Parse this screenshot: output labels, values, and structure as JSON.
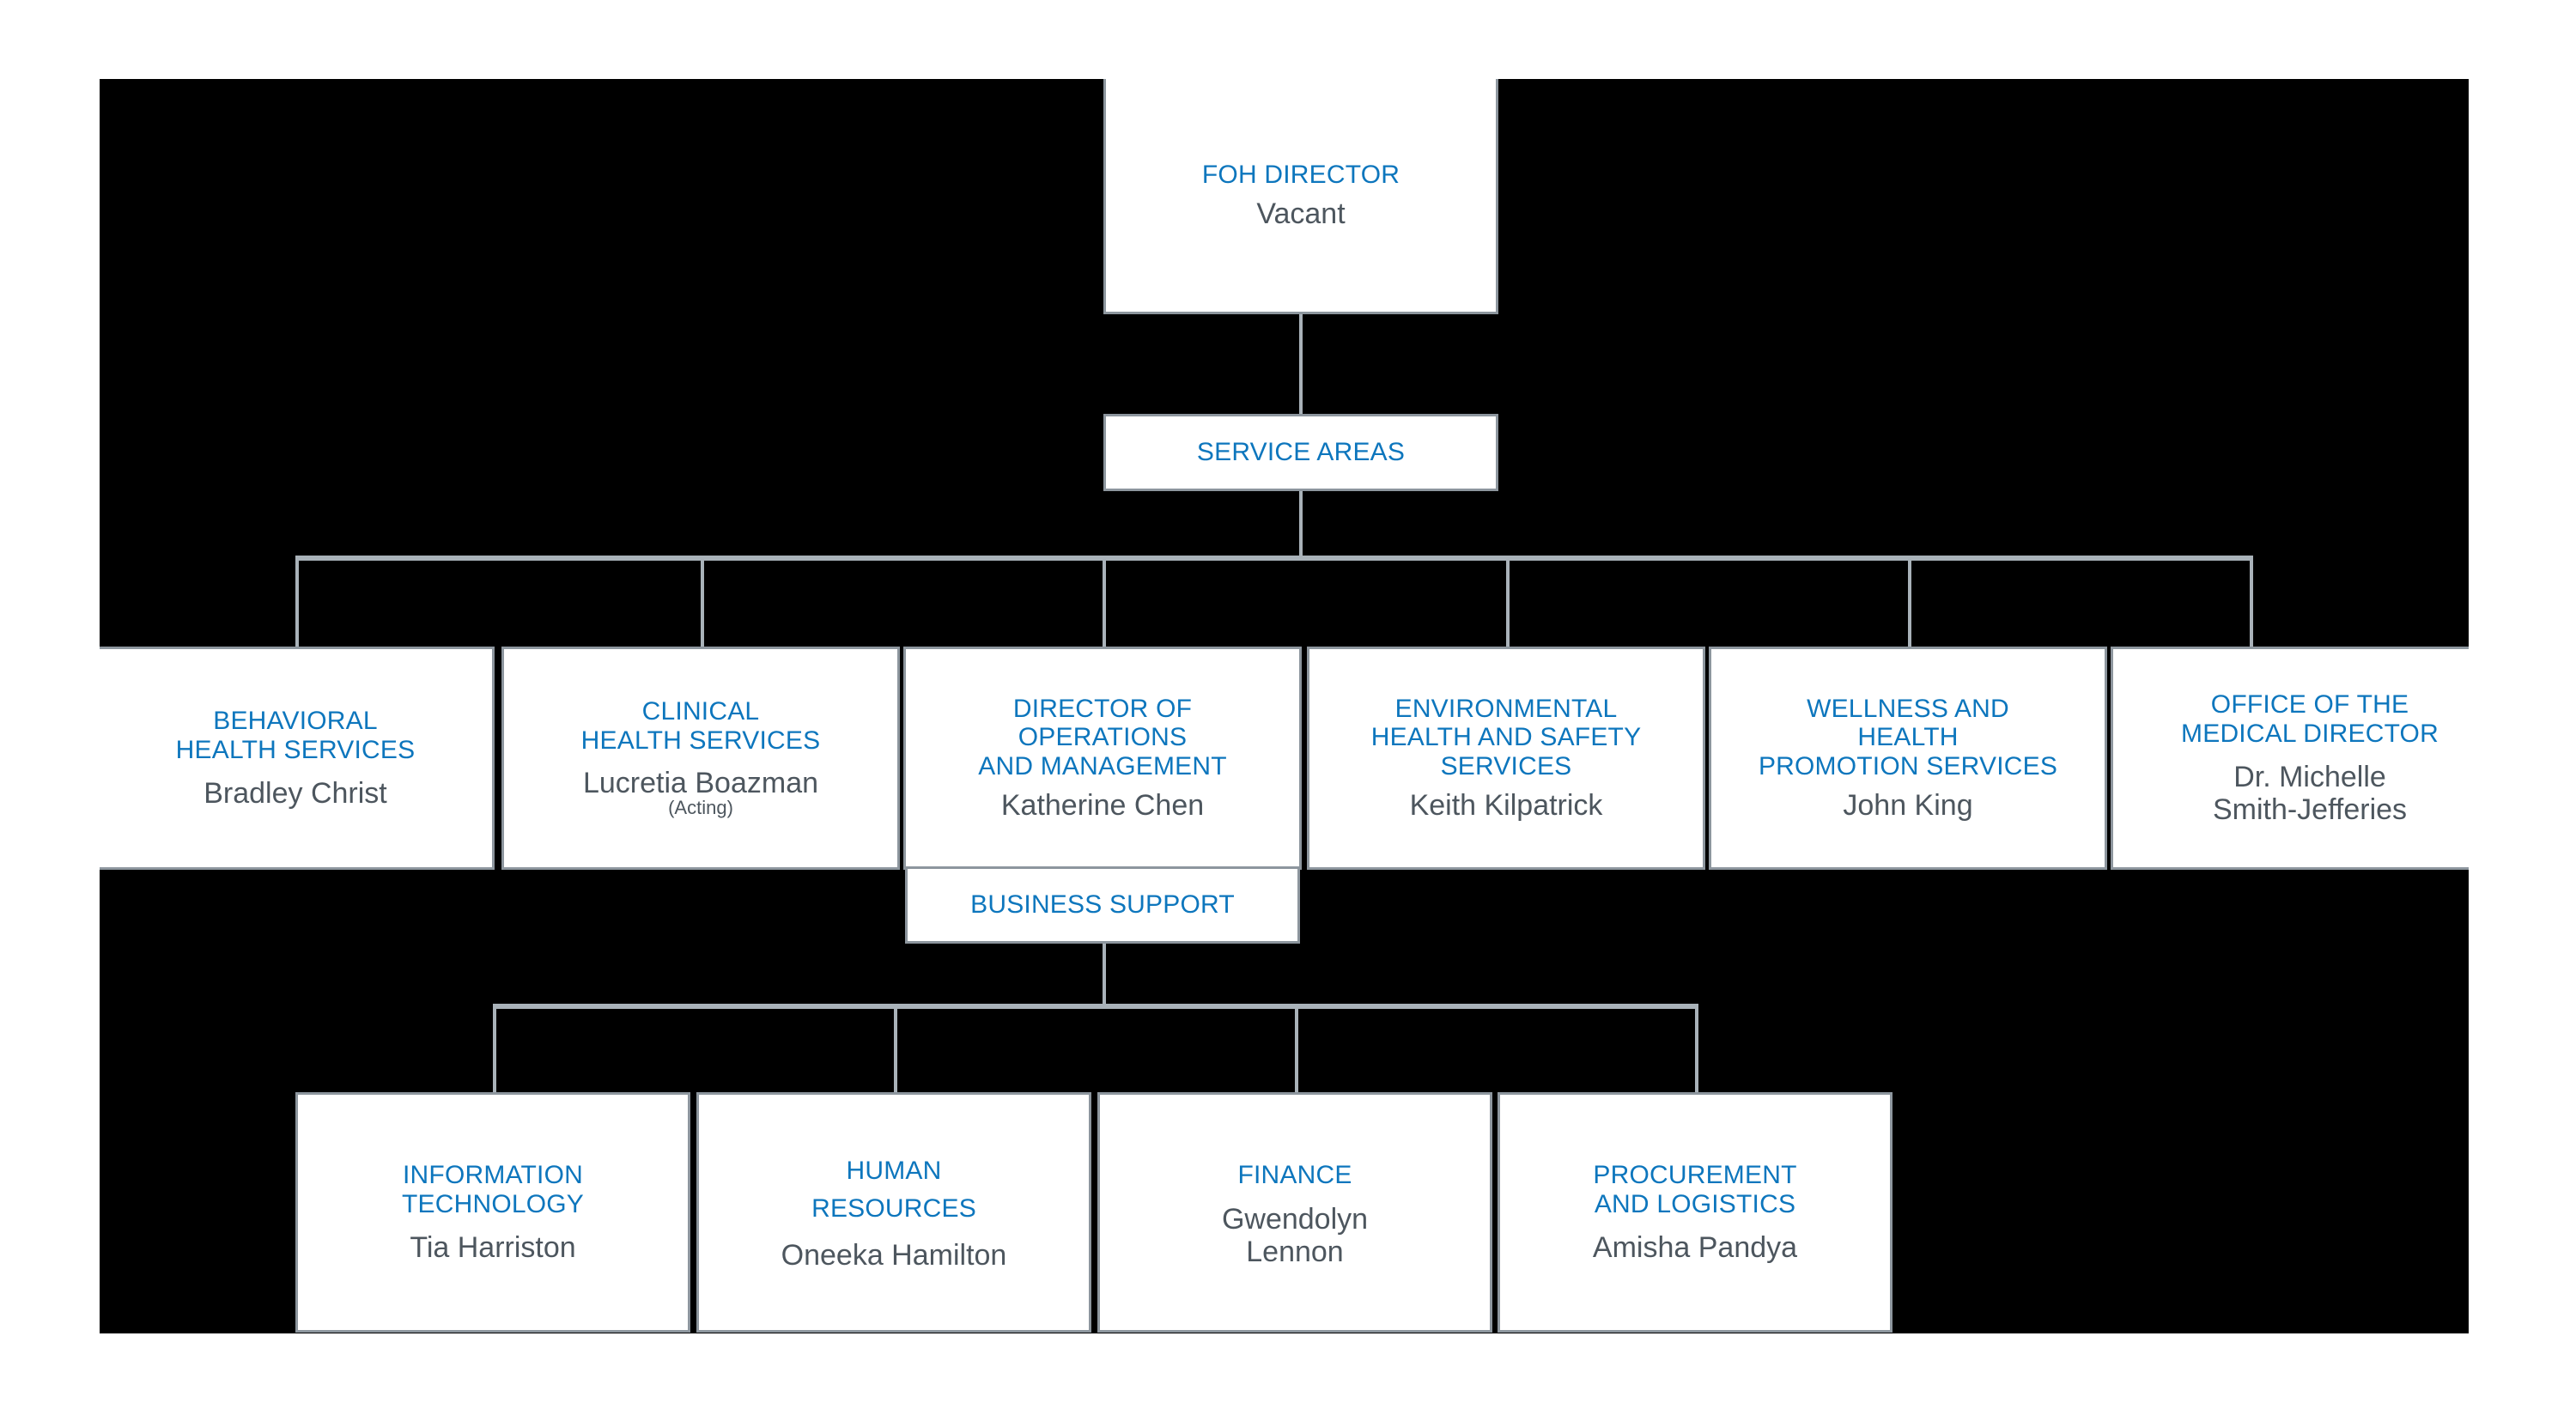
{
  "chart": {
    "type": "org-chart",
    "background_color": "#000000",
    "page_background_color": "#ffffff",
    "title_color": "#0d76bd",
    "person_color": "#4d565e",
    "box_border_color": "#8d969e",
    "connector_color": "#a9b2b9",
    "box_fill_color": "#ffffff"
  },
  "root": {
    "title": "FOH DIRECTOR",
    "person": "Vacant"
  },
  "service_areas_label": {
    "title": "SERVICE AREAS"
  },
  "service_areas": [
    {
      "title": "BEHAVIORAL\nHEALTH SERVICES",
      "person": "Bradley Christ",
      "qualifier": ""
    },
    {
      "title": "CLINICAL\nHEALTH SERVICES",
      "person": "Lucretia Boazman",
      "qualifier": "(Acting)"
    },
    {
      "title": "DIRECTOR OF\nOPERATIONS\nAND MANAGEMENT",
      "person": "Katherine Chen",
      "qualifier": ""
    },
    {
      "title": "ENVIRONMENTAL\nHEALTH AND SAFETY\nSERVICES",
      "person": "Keith Kilpatrick",
      "qualifier": ""
    },
    {
      "title": "WELLNESS AND\nHEALTH\nPROMOTION SERVICES",
      "person": "John King",
      "qualifier": ""
    },
    {
      "title": "OFFICE OF THE\nMEDICAL DIRECTOR",
      "person": "Dr. Michelle\nSmith-Jefferies",
      "qualifier": ""
    }
  ],
  "business_support_label": {
    "title": "BUSINESS SUPPORT"
  },
  "business_support": [
    {
      "title": "INFORMATION\nTECHNOLOGY",
      "person": "Tia Harriston",
      "qualifier": ""
    },
    {
      "title": "HUMAN\nRESOURCES",
      "person": "Oneeka Hamilton",
      "qualifier": ""
    },
    {
      "title": "FINANCE",
      "person": "Gwendolyn\nLennon",
      "qualifier": ""
    },
    {
      "title": "PROCUREMENT\nAND LOGISTICS",
      "person": "Amisha Pandya",
      "qualifier": ""
    }
  ]
}
